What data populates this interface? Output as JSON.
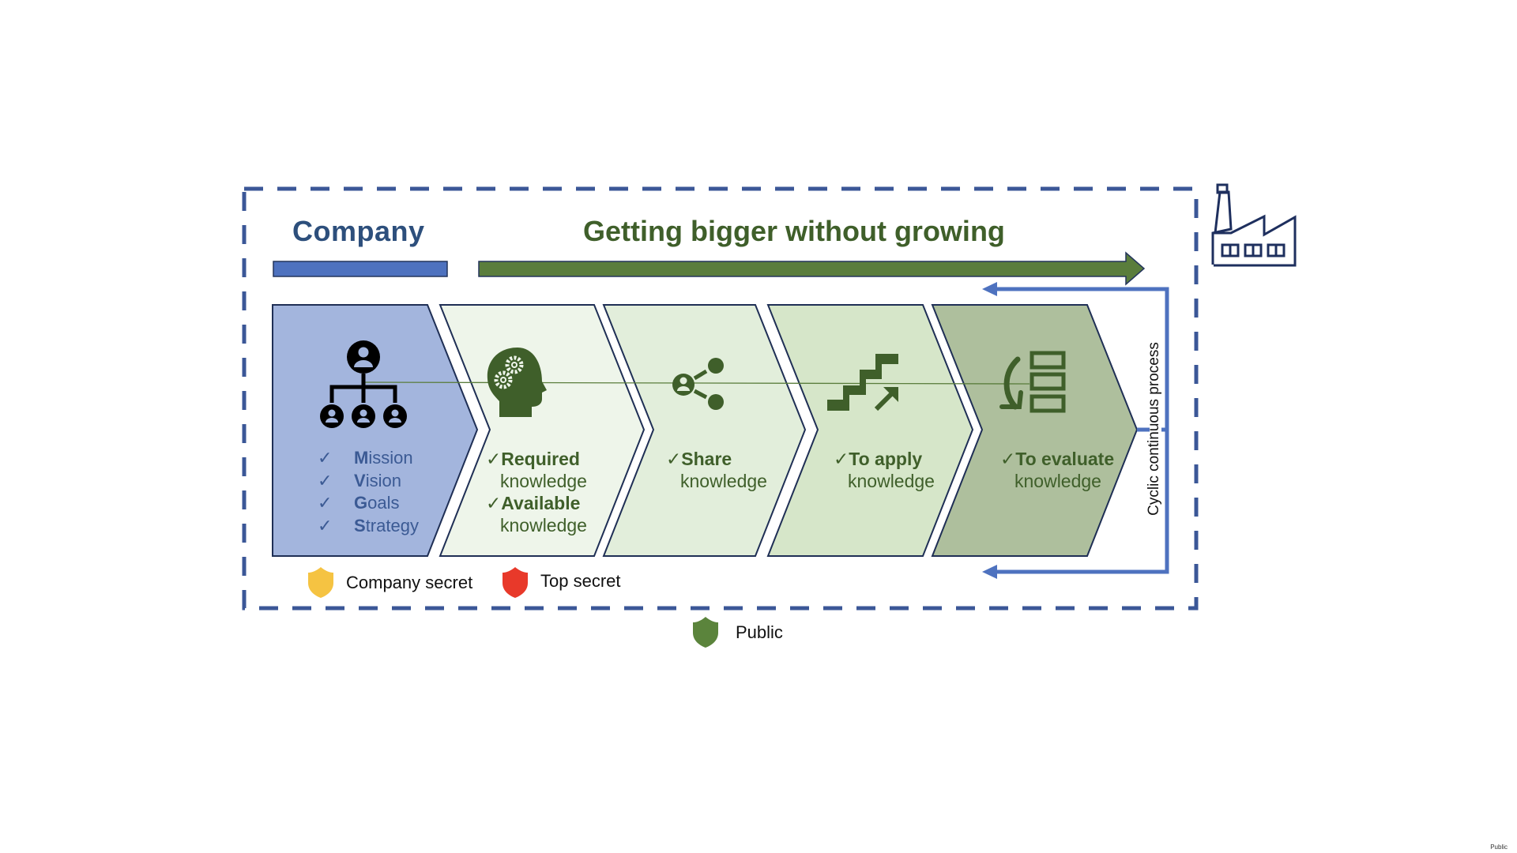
{
  "header": {
    "company_title": "Company",
    "growth_title": "Getting bigger without growing"
  },
  "company_stage": {
    "icon": "org-chart-icon",
    "items": [
      {
        "check": "✓",
        "initial": "M",
        "rest": "ission"
      },
      {
        "check": "✓",
        "initial": "V",
        "rest": "ision"
      },
      {
        "check": "✓",
        "initial": "G",
        "rest": "oals"
      },
      {
        "check": "✓",
        "initial": "S",
        "rest": "trategy"
      }
    ]
  },
  "stages": [
    {
      "icon": "head-gears-icon",
      "lines": [
        {
          "bold": "✓Required",
          "sub": "knowledge"
        },
        {
          "bold": "✓Available",
          "sub": "knowledge"
        }
      ]
    },
    {
      "icon": "share-icon",
      "lines": [
        {
          "bold": "✓Share",
          "sub": "knowledge"
        }
      ]
    },
    {
      "icon": "stairs-growth-icon",
      "lines": [
        {
          "bold": "✓To apply",
          "sub": "knowledge"
        }
      ]
    },
    {
      "icon": "evaluate-list-icon",
      "lines": [
        {
          "bold": "✓To evaluate",
          "sub": "knowledge"
        }
      ]
    }
  ],
  "cycle_label": "Cyclic continuous process",
  "legend": {
    "company_secret": {
      "label": "Company secret",
      "color": "#f5c342"
    },
    "top_secret": {
      "label": "Top secret",
      "color": "#e8392a"
    },
    "public": {
      "label": "Public",
      "color": "#5b843c"
    }
  },
  "colors": {
    "company_blue": "#a3b5dd",
    "bar_blue": "#4e72bf",
    "dash_blue": "#3b5797",
    "arrow_green": "#5a7d3c",
    "icon_green": "#3f5f2a",
    "stage_fills": [
      "#eef5ea",
      "#e2eedb",
      "#d6e6c9",
      "#aebf9d"
    ]
  },
  "footer_tag": "Public"
}
